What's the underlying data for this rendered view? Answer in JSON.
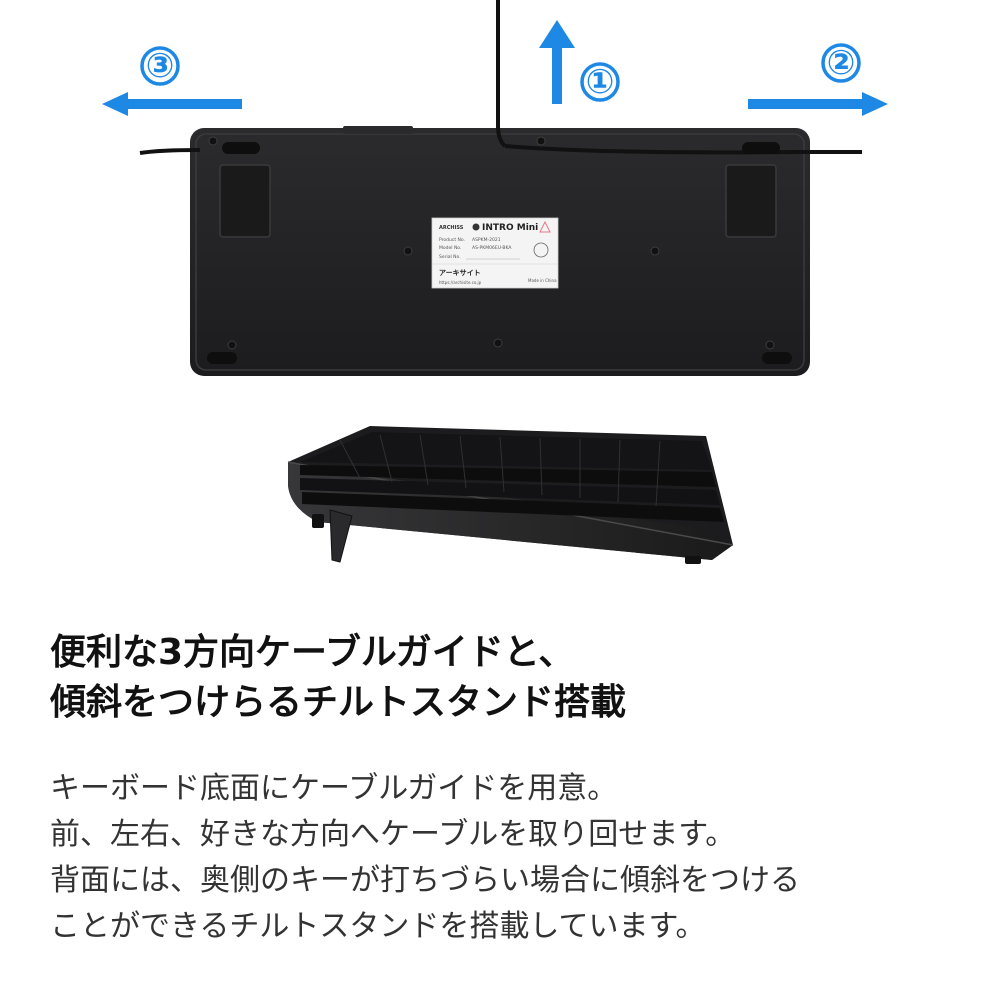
{
  "arrows": {
    "color": "#1e88e5",
    "up": {
      "number": "①"
    },
    "right": {
      "number": "②"
    },
    "left": {
      "number": "③"
    }
  },
  "label": {
    "brand": "ARCHISS",
    "product": "INTRO Mini",
    "product_no_label": "Product No.",
    "product_no": "ASPKM-2021",
    "model_no_label": "Model No.",
    "model_no": "AS-PKM06EU-BKA",
    "serial_no_label": "Serial No.",
    "maker": "アーキサイト",
    "url": "https://archisite.co.jp",
    "origin": "Made in China"
  },
  "headline": {
    "line1": "便利な3方向ケーブルガイドと、",
    "line2": "傾斜をつけらるチルトスタンド搭載"
  },
  "body": {
    "line1": "キーボード底面にケーブルガイドを用意。",
    "line2": "前、左右、好きな方向へケーブルを取り回せます。",
    "line3": "背面には、奥側のキーが打ちづらい場合に傾斜をつける",
    "line4": "ことができるチルトスタンドを搭載しています。"
  }
}
